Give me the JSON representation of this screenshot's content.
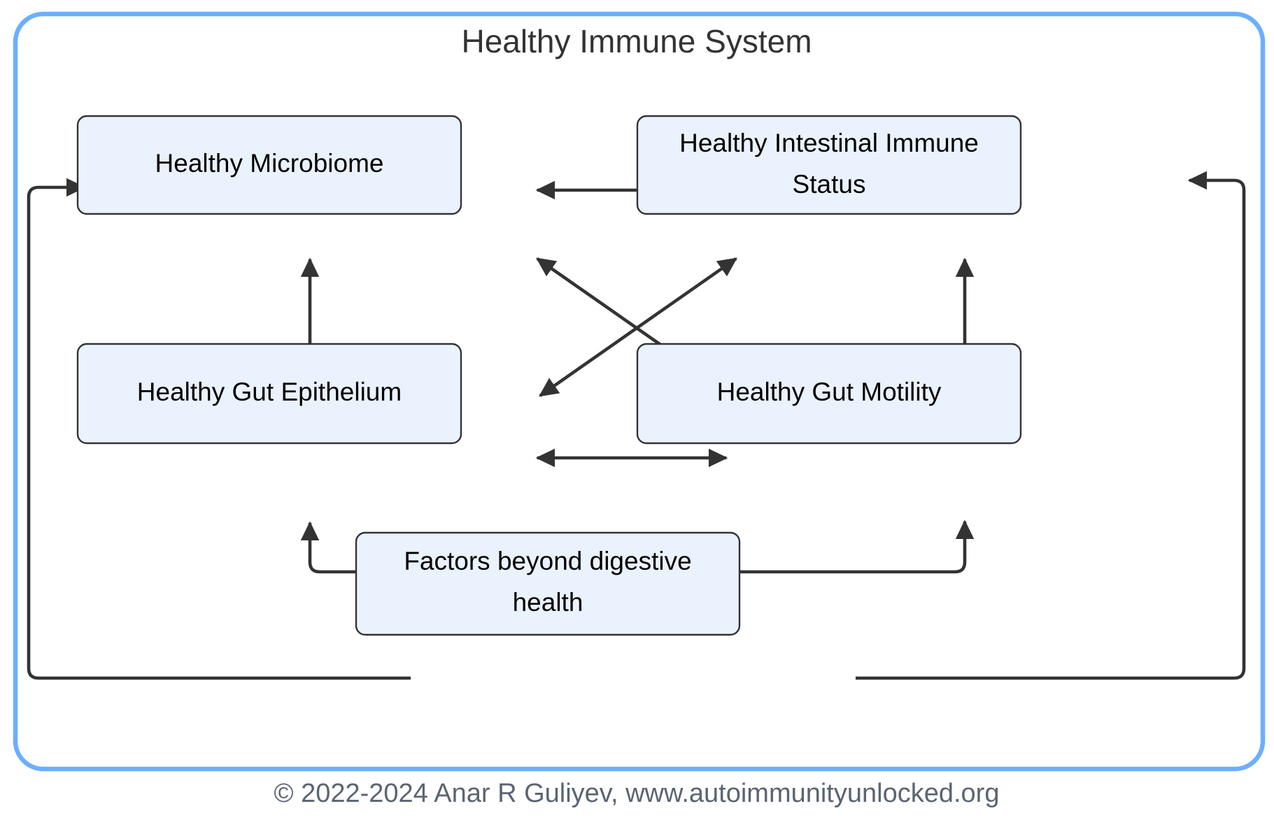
{
  "diagram": {
    "title": "Healthy Immune System",
    "type": "flowchart",
    "frame": {
      "label": "Healthy Immune System",
      "border_color": "#6bafff",
      "background": "#ffffff"
    },
    "node_style": {
      "fill": "#eaf2fd",
      "stroke": "#333333",
      "text_color": "#000000"
    },
    "edge_style": {
      "stroke": "#333333",
      "arrow": "filled-triangle"
    },
    "nodes": [
      {
        "id": "microbiome",
        "label": "Healthy Microbiome"
      },
      {
        "id": "immune_status",
        "label": "Healthy Intestinal Immune Status",
        "line1": "Healthy Intestinal Immune",
        "line2": "Status"
      },
      {
        "id": "epithelium",
        "label": "Healthy Gut Epithelium"
      },
      {
        "id": "motility",
        "label": "Healthy Gut Motility"
      },
      {
        "id": "factors",
        "label": "Factors beyond digestive health",
        "line1": "Factors beyond digestive",
        "line2": "health"
      }
    ],
    "edges": [
      {
        "from": "microbiome",
        "to": "immune_status",
        "direction": "bidirectional"
      },
      {
        "from": "microbiome",
        "to": "epithelium",
        "direction": "bidirectional"
      },
      {
        "from": "microbiome",
        "to": "motility",
        "direction": "bidirectional"
      },
      {
        "from": "immune_status",
        "to": "epithelium",
        "direction": "bidirectional"
      },
      {
        "from": "immune_status",
        "to": "motility",
        "direction": "bidirectional"
      },
      {
        "from": "epithelium",
        "to": "motility",
        "direction": "bidirectional"
      },
      {
        "from": "epithelium",
        "to": "factors",
        "direction": "bidirectional"
      },
      {
        "from": "motility",
        "to": "factors",
        "direction": "bidirectional"
      },
      {
        "from": "factors",
        "to": "microbiome",
        "direction": "unidirectional"
      },
      {
        "from": "factors",
        "to": "immune_status",
        "direction": "unidirectional"
      }
    ]
  },
  "footer": {
    "copyright": "© 2022-2024 Anar R Guliyev, www.autoimmunityunlocked.org"
  }
}
